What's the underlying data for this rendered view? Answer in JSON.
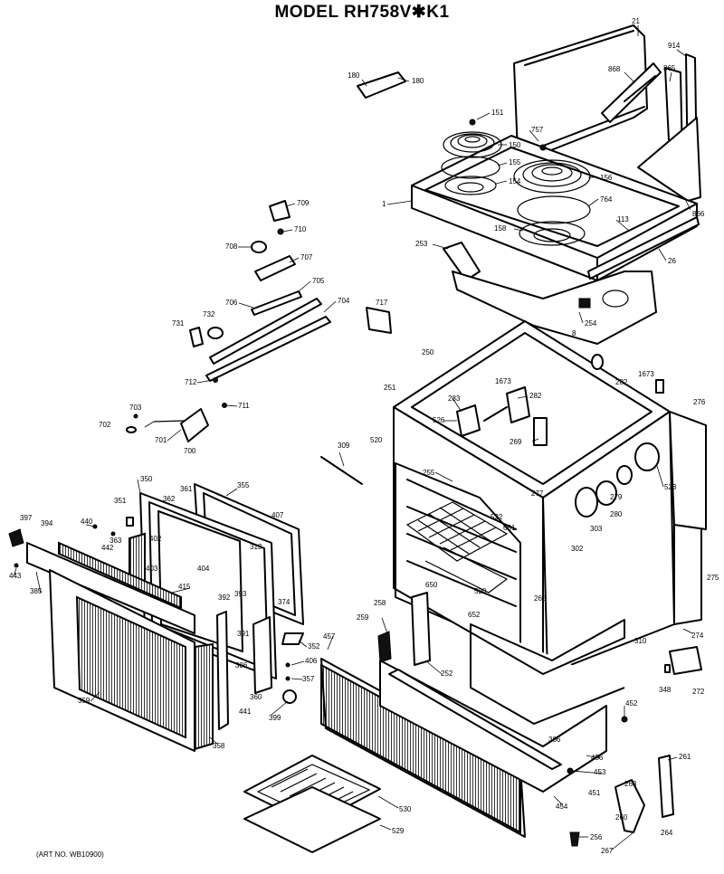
{
  "title": "MODEL RH758V✱K1",
  "art_no": "(ART NO. WB10900)",
  "callouts": [
    "21",
    "914",
    "868",
    "865",
    "866",
    "180",
    "180",
    "151",
    "757",
    "150",
    "155",
    "154",
    "156",
    "764",
    "158",
    "113",
    "26",
    "1",
    "253",
    "254",
    "8",
    "709",
    "710",
    "708",
    "707",
    "705",
    "706",
    "704",
    "717",
    "731",
    "732",
    "712",
    "711",
    "703",
    "702",
    "701",
    "700",
    "250",
    "1673",
    "283",
    "282",
    "1673",
    "282",
    "251",
    "276",
    "526",
    "269",
    "309",
    "520",
    "255",
    "277",
    "522",
    "523",
    "279",
    "280",
    "303",
    "302",
    "651",
    "650",
    "520",
    "652",
    "265",
    "275",
    "274",
    "350",
    "355",
    "362",
    "361",
    "407",
    "351",
    "397",
    "394",
    "440",
    "363",
    "442",
    "402",
    "313",
    "403",
    "404",
    "443",
    "385",
    "415",
    "374",
    "392",
    "393",
    "391",
    "386",
    "352",
    "406",
    "357",
    "360",
    "441",
    "399",
    "359",
    "358",
    "258",
    "259",
    "252",
    "457",
    "310",
    "348",
    "272",
    "452",
    "386",
    "456",
    "453",
    "261",
    "451",
    "454",
    "263",
    "260",
    "264",
    "530",
    "529",
    "256",
    "267"
  ]
}
